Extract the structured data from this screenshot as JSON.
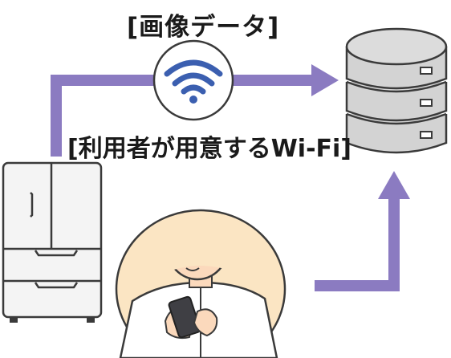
{
  "labels": {
    "image_data": "[画像データ]",
    "user_wifi": "[利用者が用意するWi-Fi]"
  },
  "colors": {
    "arrow": "#8b7bc1",
    "line": "#3a3a3a",
    "server_fill": "#d3d3d3",
    "fridge_fill": "#f4f4f4",
    "person_bg": "#fbe5c3",
    "wifi_icon": "#3b5fb0",
    "hair": "#9a6433",
    "skin": "#fbd9bc",
    "phone": "#3f3f44"
  },
  "icons": [
    "wifi-icon",
    "server-icon",
    "refrigerator-icon",
    "person-with-smartphone"
  ]
}
